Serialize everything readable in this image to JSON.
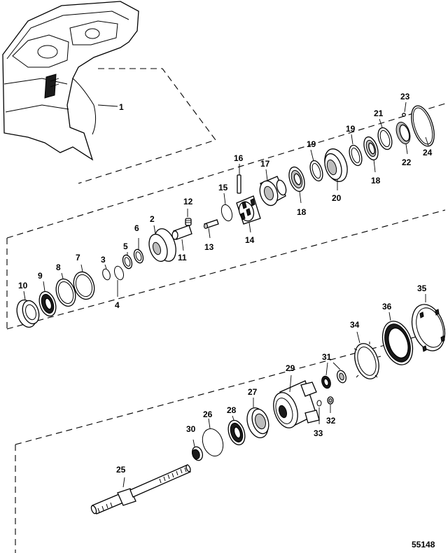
{
  "diagram": {
    "reference_number": "55148",
    "callouts": {
      "c1": "1",
      "c2": "2",
      "c3": "3",
      "c4": "4",
      "c5": "5",
      "c6": "6",
      "c7": "7",
      "c8": "8",
      "c9": "9",
      "c10": "10",
      "c11": "11",
      "c12": "12",
      "c13": "13",
      "c14": "14",
      "c15": "15",
      "c16": "16",
      "c17": "17",
      "c18a": "18",
      "c18b": "18",
      "c19a": "19",
      "c19b": "19",
      "c20": "20",
      "c21": "21",
      "c22": "22",
      "c23": "23",
      "c24": "24",
      "c25": "25",
      "c26": "26",
      "c27": "27",
      "c28": "28",
      "c29": "29",
      "c30": "30",
      "c31": "31",
      "c32": "32",
      "c33": "33",
      "c34": "34",
      "c35": "35",
      "c36": "36"
    }
  }
}
